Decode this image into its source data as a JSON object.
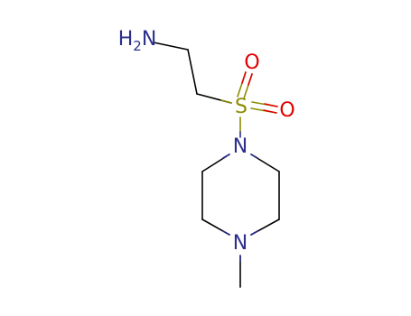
{
  "molecule": {
    "atoms": {
      "amine": {
        "text": "H",
        "subscript": "2",
        "suffix": "N"
      },
      "sulfur": {
        "text": "S"
      },
      "oxygen_top": {
        "text": "O"
      },
      "oxygen_right": {
        "text": "O"
      },
      "nitrogen_top": {
        "text": "N"
      },
      "nitrogen_bottom": {
        "text": "N"
      }
    },
    "colors": {
      "bond": "#000000",
      "nitrogen": "#2c2f8c",
      "oxygen": "#e00000",
      "sulfur": "#8c8c00"
    }
  }
}
